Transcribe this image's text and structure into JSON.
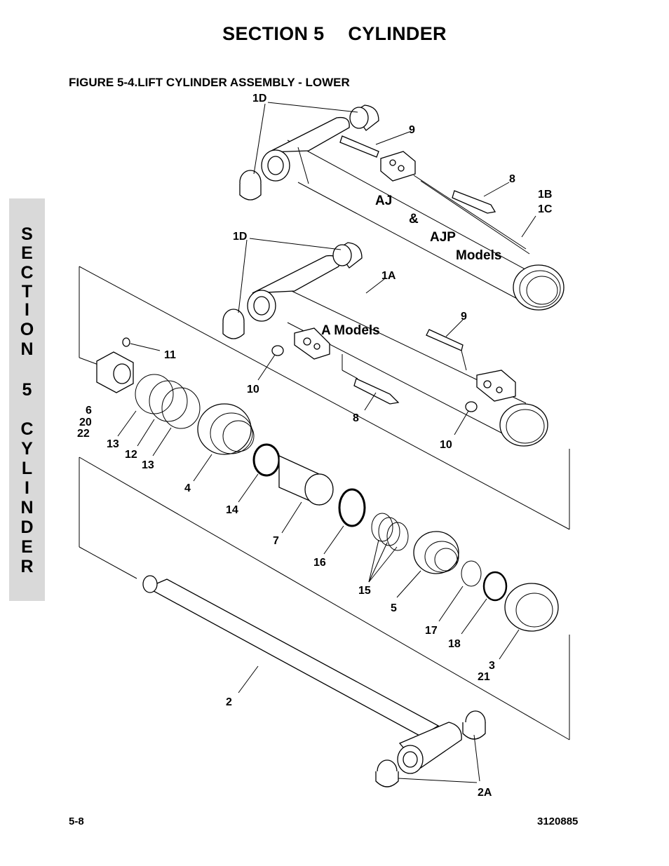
{
  "header": {
    "section": "SECTION 5",
    "title": "CYLINDER"
  },
  "figure": {
    "title": "FIGURE 5-4.LIFT CYLINDER ASSEMBLY - LOWER"
  },
  "side_tab": {
    "letters": [
      "S",
      "E",
      "C",
      "T",
      "I",
      "O",
      "N",
      "5",
      "C",
      "Y",
      "L",
      "I",
      "N",
      "D",
      "E",
      "R"
    ]
  },
  "model_labels": {
    "aj": "AJ",
    "amp": "&",
    "ajp": "AJP",
    "models": "Models",
    "a_models": "A Models"
  },
  "callouts": {
    "c1d_top": "1D",
    "c9_top": "9",
    "c8_top": "8",
    "c1b": "1B",
    "c1c": "1C",
    "c1d_mid": "1D",
    "c1a": "1A",
    "c9_mid": "9",
    "c11": "11",
    "c10_left": "10",
    "c6": "6",
    "c20": "20",
    "c22": "22",
    "c8_mid": "8",
    "c10_right": "10",
    "c13_a": "13",
    "c12": "12",
    "c13_b": "13",
    "c4": "4",
    "c14": "14",
    "c7": "7",
    "c16": "16",
    "c15": "15",
    "c5": "5",
    "c17": "17",
    "c18": "18",
    "c3": "3",
    "c21": "21",
    "c2": "2",
    "c2a": "2A"
  },
  "footer": {
    "page": "5-8",
    "doc_number": "3120885"
  }
}
